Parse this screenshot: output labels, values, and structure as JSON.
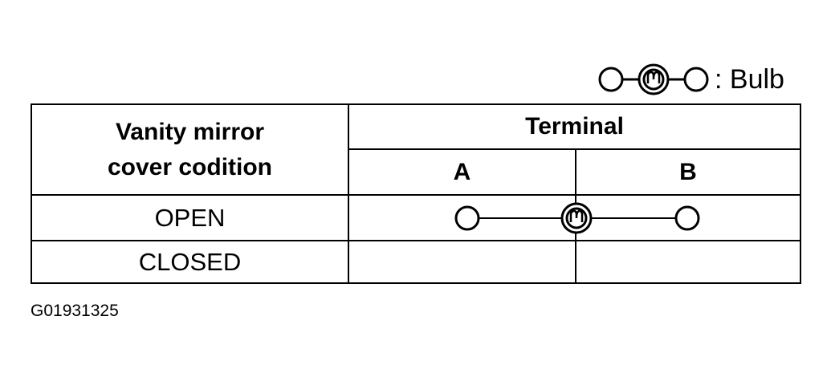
{
  "legend": {
    "symbol_icon": "bulb-between-terminals-icon",
    "text": ": Bulb"
  },
  "table": {
    "header": {
      "condition_label": "Vanity mirror\ncover codition",
      "terminal_label": "Terminal",
      "terminal_a": "A",
      "terminal_b": "B"
    },
    "rows": [
      {
        "condition": "OPEN",
        "connection": "A-bulb-B"
      },
      {
        "condition": "CLOSED",
        "connection": ""
      }
    ]
  },
  "caption": "G01931325"
}
